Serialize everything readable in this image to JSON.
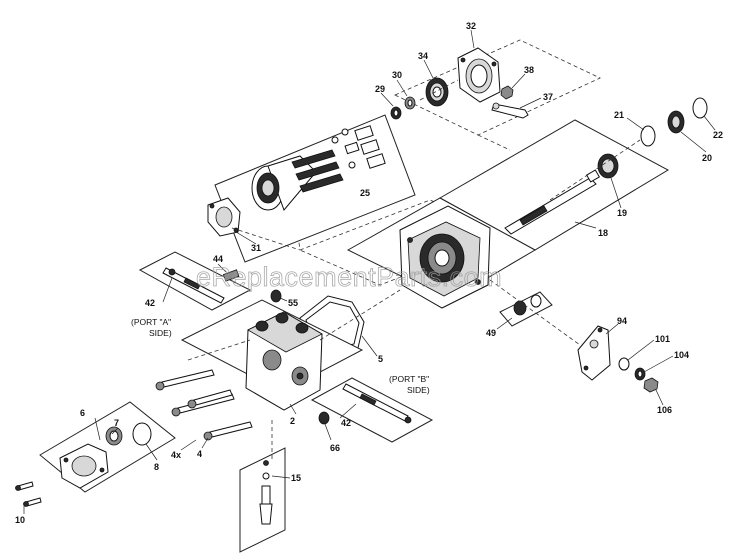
{
  "watermark": "eReplacementParts.com",
  "callouts": {
    "c32": "32",
    "c34": "34",
    "c30": "30",
    "c29": "29",
    "c38": "38",
    "c37": "37",
    "c21": "21",
    "c22": "22",
    "c20": "20",
    "c25": "25",
    "c19": "19",
    "c18": "18",
    "c31": "31",
    "c44": "44",
    "c42a": "42",
    "c55": "55",
    "c5": "5",
    "c49": "49",
    "c94": "94",
    "c101": "101",
    "c104": "104",
    "c106": "106",
    "c6": "6",
    "c7": "7",
    "c8": "8",
    "c4x": "4x",
    "c4": "4",
    "c2": "2",
    "c42b": "42",
    "c66": "66",
    "c15": "15",
    "c10": "10"
  },
  "labels": {
    "port_a_line1": "(PORT \"A\"",
    "port_a_line2": "SIDE)",
    "port_b_line1": "(PORT \"B\"",
    "port_b_line2": "SIDE)"
  }
}
